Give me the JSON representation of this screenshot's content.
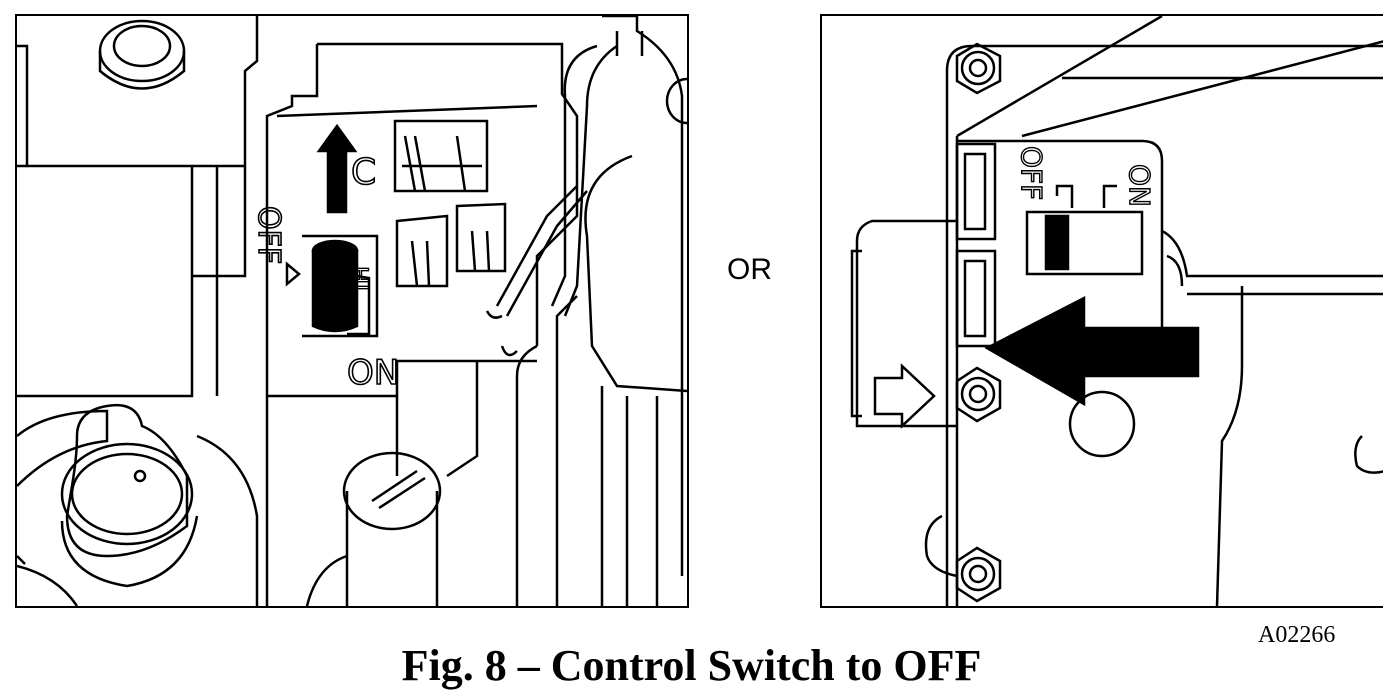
{
  "left_panel": {
    "labels": {
      "c": "C",
      "hi": "HI",
      "off": "OFF",
      "on": "ON"
    }
  },
  "or_label": "OR",
  "right_panel": {
    "labels": {
      "off": "OFF",
      "on": "ON"
    }
  },
  "figure_code": "A02266",
  "caption": "Fig. 8 – Control Switch to OFF"
}
